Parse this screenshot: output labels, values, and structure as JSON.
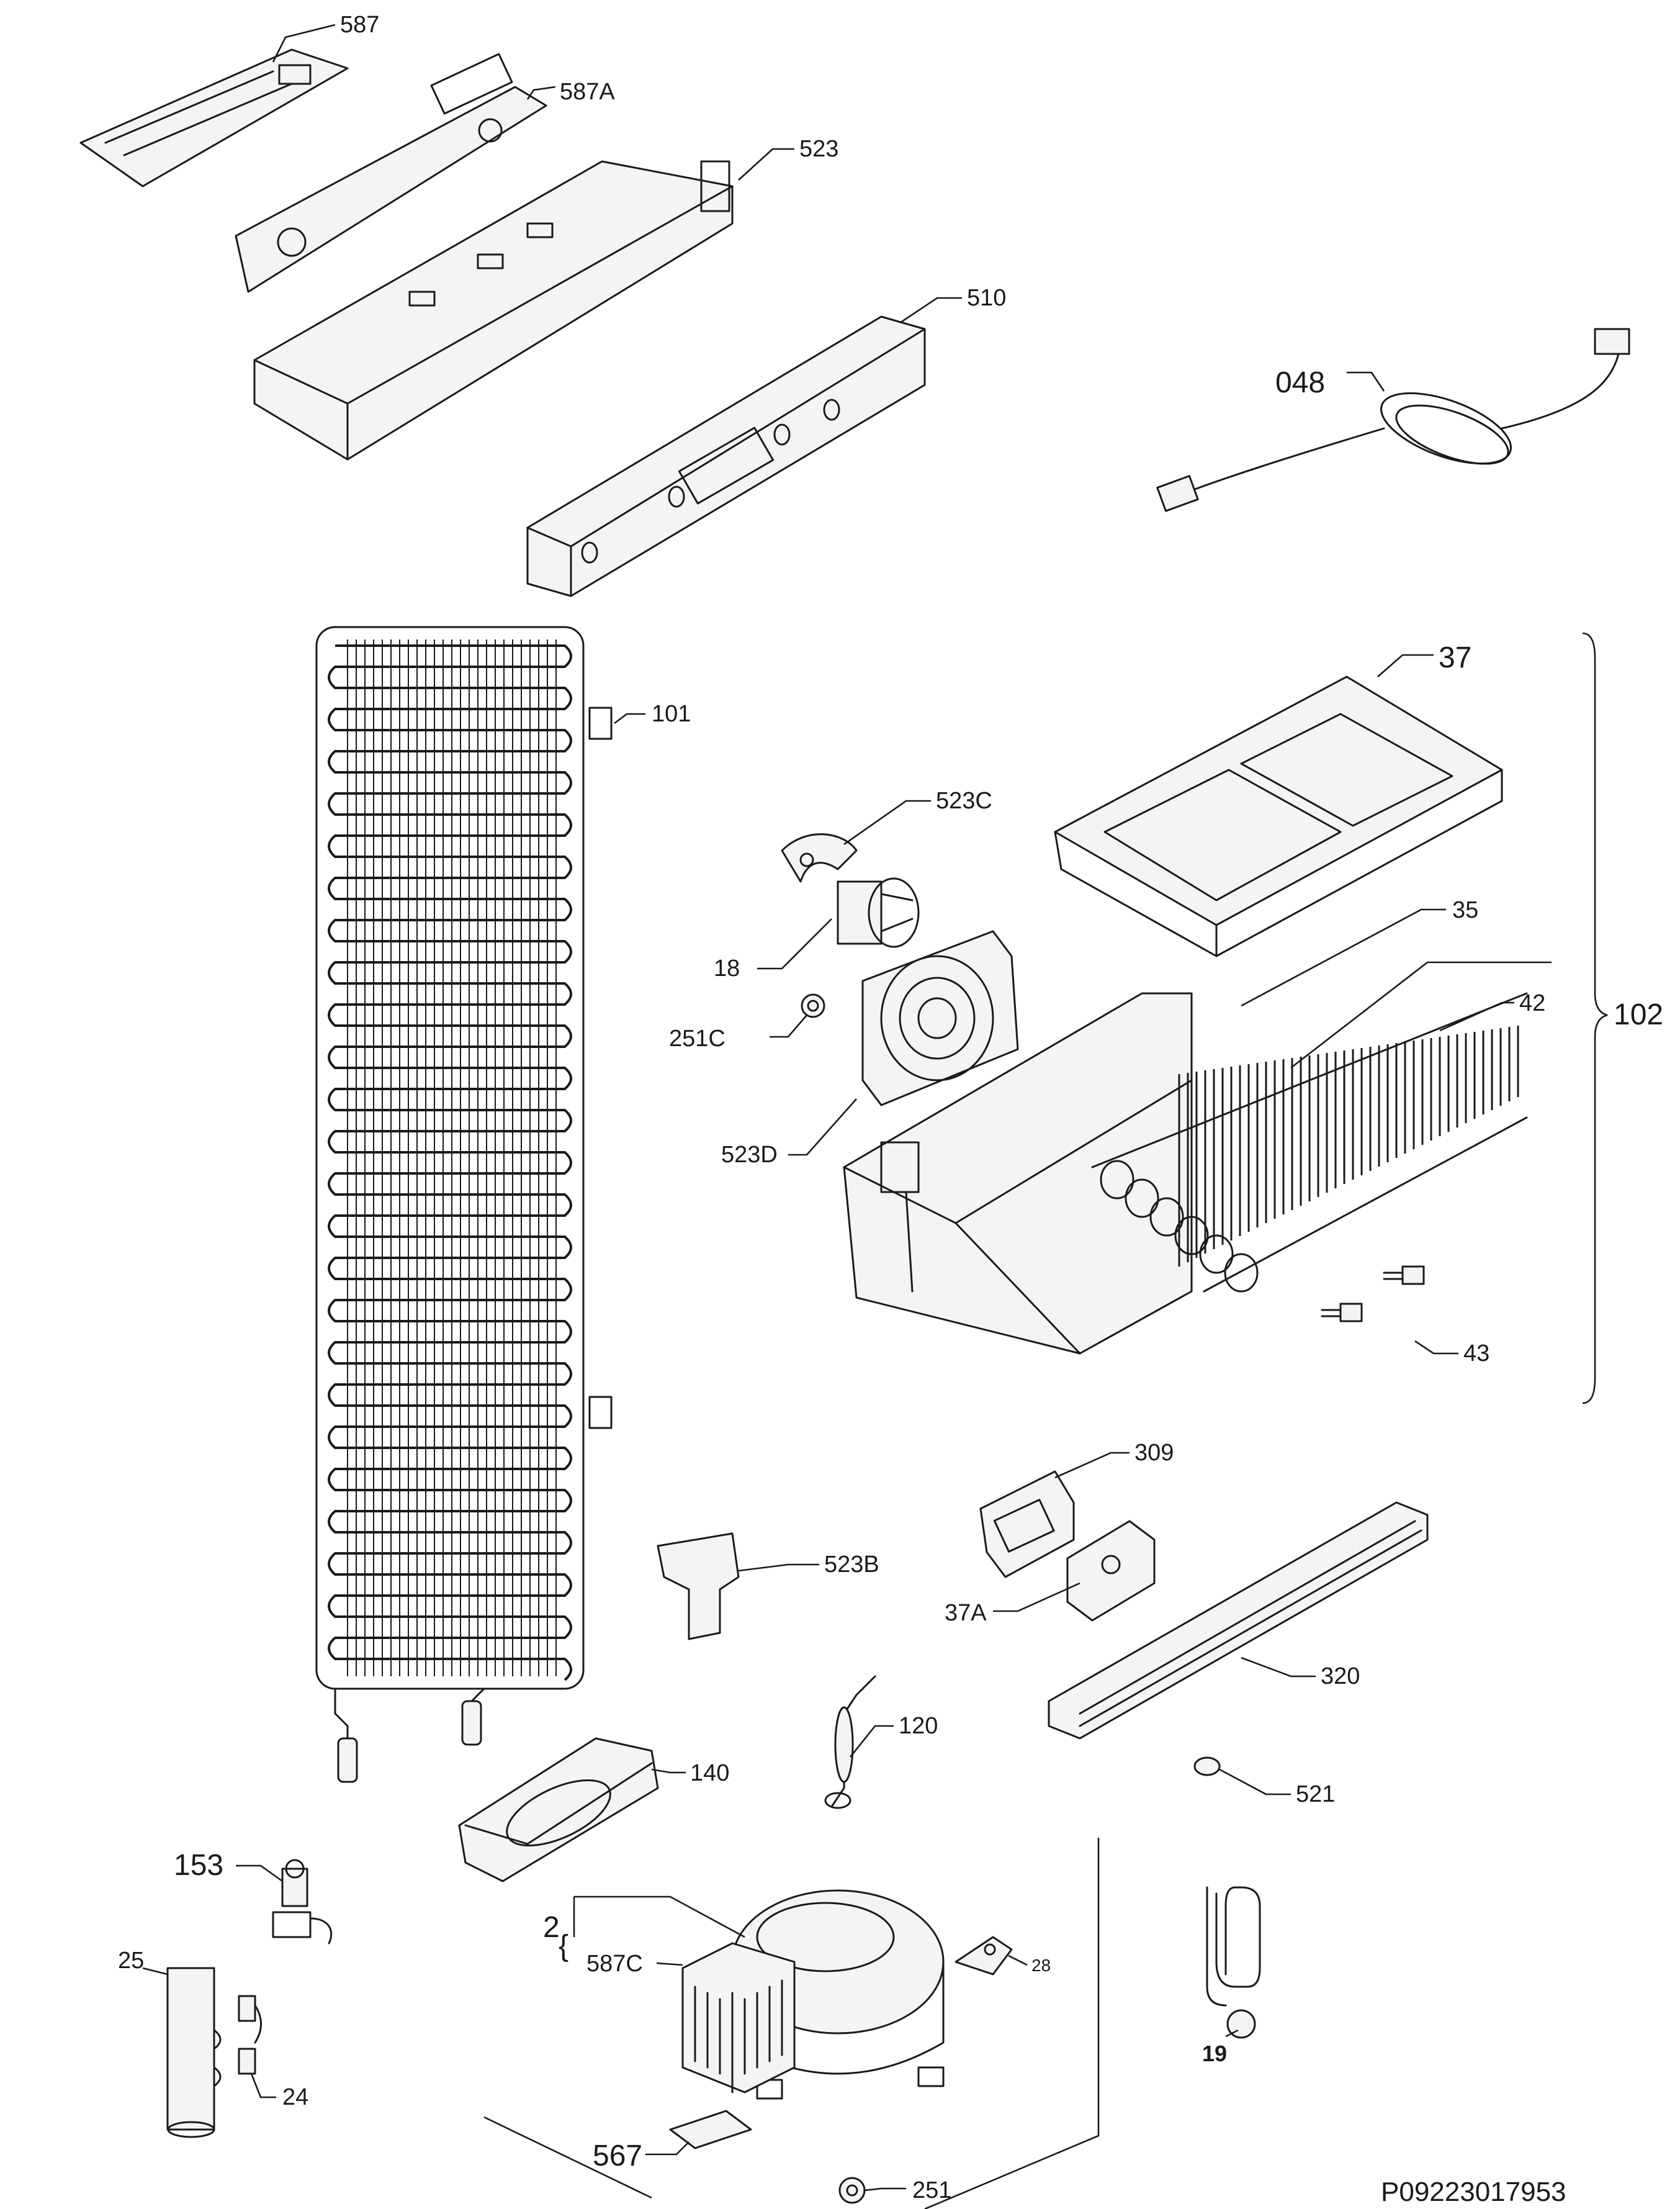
{
  "diagram": {
    "document_id": "P09223017953",
    "labels": {
      "p587": "587",
      "p587A": "587A",
      "p523": "523",
      "p510": "510",
      "p048": "048",
      "p101": "101",
      "p37": "37",
      "p523C": "523C",
      "p18": "18",
      "p251C": "251C",
      "p35": "35",
      "p42": "42",
      "p102": "102",
      "p523D": "523D",
      "p43": "43",
      "p309": "309",
      "p523B": "523B",
      "p37A": "37A",
      "p320": "320",
      "p120": "120",
      "p140": "140",
      "p521": "521",
      "p153": "153",
      "p2": "2",
      "p587C": "587C",
      "p28": "28",
      "p25": "25",
      "p24": "24",
      "p19": "19",
      "p567": "567",
      "p251": "251"
    }
  }
}
